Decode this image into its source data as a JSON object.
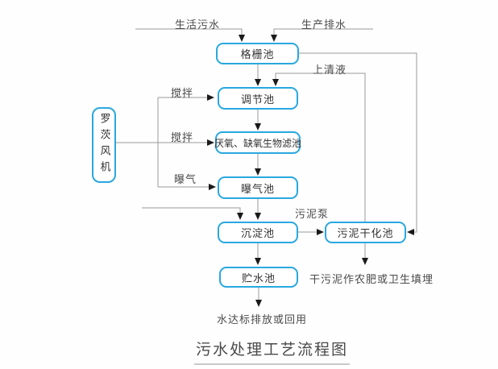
{
  "title": "污水处理工艺流程图",
  "nodes": {
    "screen_pool": "格栅池",
    "regulation_pool": "调节池",
    "bio_filter": "厌氧、缺氧生物滤池",
    "aeration_pool": "曝气池",
    "sedimentation_pool": "沉淀池",
    "storage_pool": "贮水池",
    "sludge_drying_pool": "污泥干化池",
    "roots_blower": "罗茨风机"
  },
  "labels": {
    "domestic_sewage": "生活污水",
    "production_drainage": "生产排水",
    "supernatant": "上清液",
    "stir_regulation": "搅拌",
    "stir_biofilter": "搅拌",
    "aerate": "曝气",
    "sludge_pump": "污泥泵",
    "dry_sludge_use": "干污泥作农肥或卫生填埋",
    "discharge_or_reuse": "水达标排放或回用"
  },
  "flow": [
    "生活污水/生产排水 → 格栅池",
    "格栅池 → 调节池 → 厌氧、缺氧生物滤池 → 曝气池 → 沉淀池 → 贮水池 → 水达标排放或回用",
    "沉淀池 →(污泥泵) 污泥干化池",
    "格栅池 → 污泥干化池",
    "污泥干化池 →(上清液) 调节池",
    "污泥干化池 → 干污泥作农肥或卫生填埋",
    "罗茨风机 →(搅拌) 调节池, →(搅拌) 厌氧、缺氧生物滤池, →(曝气) 曝气池"
  ],
  "colors": {
    "node_border": "#29a8df",
    "line": "#9a9a9a",
    "arrow": "#1a1a1a",
    "text": "#333333",
    "title_underline": "#c9c9c9"
  }
}
